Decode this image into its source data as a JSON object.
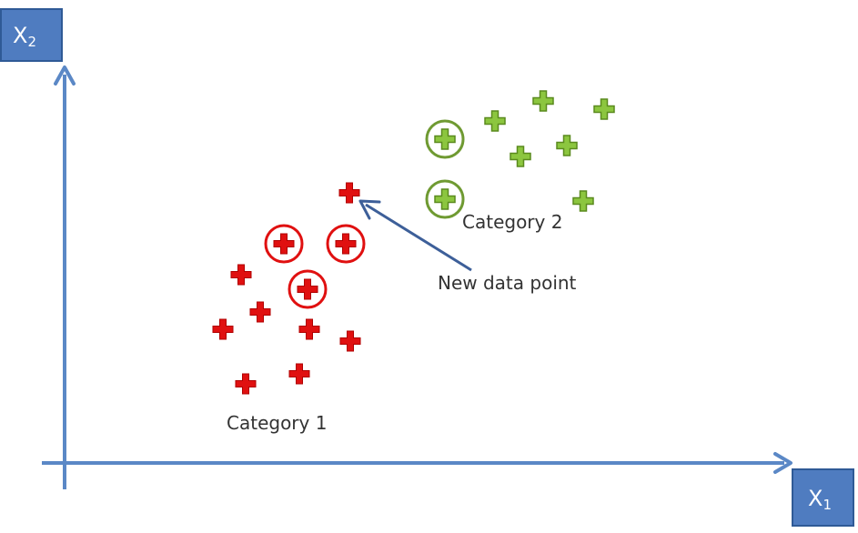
{
  "axes": {
    "x_label": "X",
    "x_sub": "1",
    "y_label": "X",
    "y_sub": "2"
  },
  "categories": {
    "category1_label": "Category 1",
    "category2_label": "Category 2"
  },
  "new_point_label": "New data point",
  "colors": {
    "axis": "#5b88c6",
    "axis_box": "#4f7cc0",
    "category1": "#e01010",
    "category2": "#8cc63f",
    "category2_outline": "#5a8a1e",
    "pointer": "#3d5f99"
  },
  "points": {
    "category1": [
      {
        "id": "c1-1",
        "neighbor": true
      },
      {
        "id": "c1-2",
        "neighbor": true
      },
      {
        "id": "c1-3",
        "neighbor": true
      },
      {
        "id": "c1-4",
        "neighbor": false
      },
      {
        "id": "c1-5",
        "neighbor": false
      },
      {
        "id": "c1-6",
        "neighbor": false
      },
      {
        "id": "c1-7",
        "neighbor": false
      },
      {
        "id": "c1-8",
        "neighbor": false
      },
      {
        "id": "c1-9",
        "neighbor": false
      },
      {
        "id": "c1-10",
        "neighbor": false
      }
    ],
    "category2": [
      {
        "id": "c2-1",
        "neighbor": true
      },
      {
        "id": "c2-2",
        "neighbor": true
      },
      {
        "id": "c2-3",
        "neighbor": false
      },
      {
        "id": "c2-4",
        "neighbor": false
      },
      {
        "id": "c2-5",
        "neighbor": false
      },
      {
        "id": "c2-6",
        "neighbor": false
      },
      {
        "id": "c2-7",
        "neighbor": false
      },
      {
        "id": "c2-8",
        "neighbor": false
      }
    ],
    "new_point": {
      "id": "new",
      "category": "category1"
    }
  }
}
